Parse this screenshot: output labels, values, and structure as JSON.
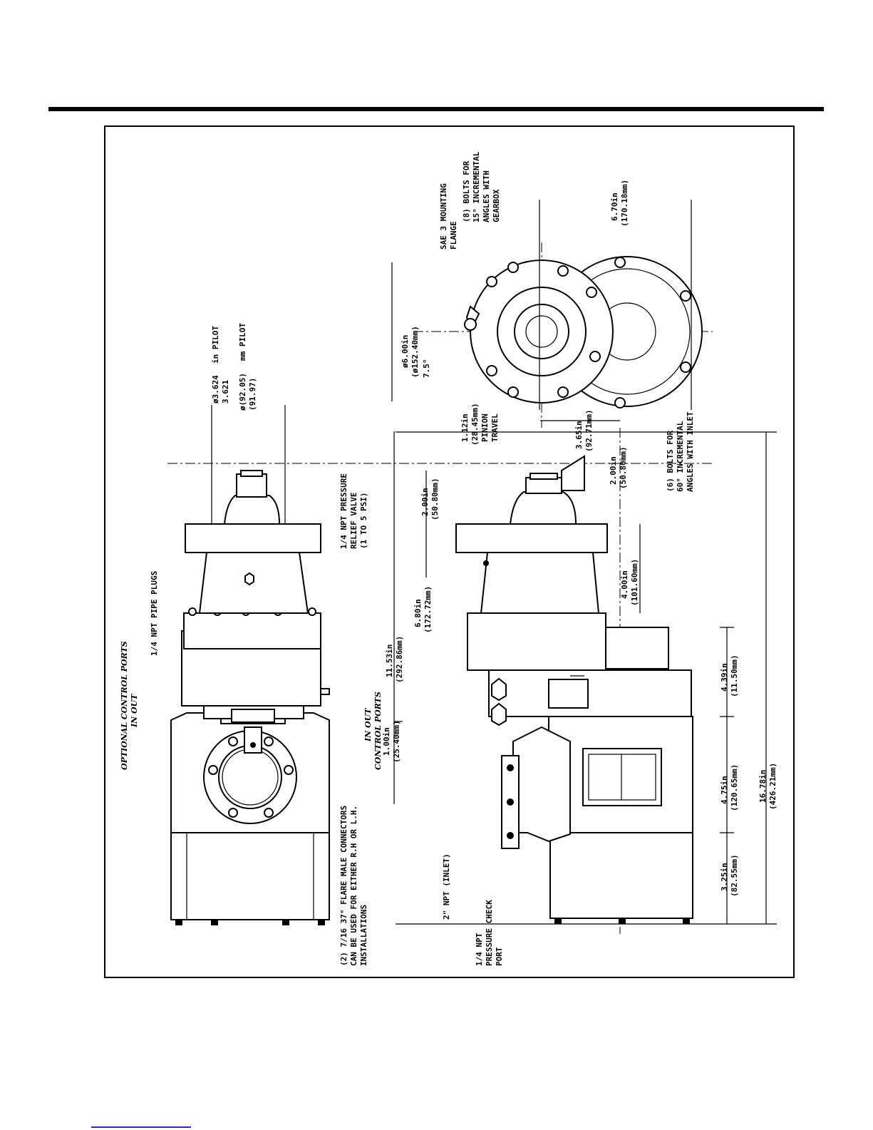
{
  "labels": {
    "optional_control_ports": "OPTIONAL CONTROL PORTS",
    "optional_in_out": "IN OUT",
    "control_ports": "CONTROL PORTS",
    "control_in_out": "IN OUT",
    "npt_pipe_plugs": "1/4 NPT PIPE PLUGS",
    "relief_valve_1": "1/4 NPT PRESSURE",
    "relief_valve_2": "RELIEF VALVE",
    "relief_valve_3": "(1 TO 5 PSI)",
    "flare_1": "(2) 7/16 37° FLARE MALE CONNECTORS",
    "flare_2": "CAN BE USED FOR EITHER R.H OR L.H.",
    "flare_3": "INSTALLATIONS",
    "inlet": "2\" NPT (INLET)",
    "check_1": "1/4 NPT",
    "check_2": "PRESSURE CHECK",
    "check_3": "PORT",
    "pilot_in_a": "ø3.624",
    "pilot_in_b": "3.621",
    "pilot_in_unit": "in PILOT",
    "pilot_mm_a": "ø(92.05)",
    "pilot_mm_b": "(91.97)",
    "pilot_mm_unit": "mm PILOT",
    "sae_1": "SAE 3 MOUNTING",
    "sae_2": "FLANGE",
    "bolts8_1": "(8) BOLTS FOR",
    "bolts8_2": "15° INCREMENTAL",
    "bolts8_3": "ANGLES WITH",
    "bolts8_4": "GEARBOX",
    "bolts6_1": "(6) BOLTS FOR",
    "bolts6_2": "60° INCREMENTAL",
    "bolts6_3": "ANGLES WITH INLET",
    "pinion_1": "1.12in",
    "pinion_2": "(28.45mm)",
    "pinion_3": "PINION",
    "pinion_4": "TRAVEL",
    "angle": "7.5°"
  },
  "dimensions": {
    "d_1_00_in": "1.00in",
    "d_1_00_mm": "(25.40mm)",
    "d_11_53_in": "11.53in",
    "d_11_53_mm": "(292.86mm)",
    "d_6_80_in": "6.80in",
    "d_6_80_mm": "(172.72mm)",
    "d_2_00a_in": "2.00in",
    "d_2_00a_mm": "(50.80mm)",
    "d_2_00b_in": "2.00in",
    "d_2_00b_mm": "(50.80mm)",
    "d_4_00_in": "4.00in",
    "d_4_00_mm": "(101.60mm)",
    "d_4_39_in": "4.39in",
    "d_4_39_mm": "(11.50mm)",
    "d_4_75_in": "4.75in",
    "d_4_75_mm": "(120.65mm)",
    "d_3_25_in": "3.25in",
    "d_3_25_mm": "(82.55mm)",
    "d_16_78_in": "16.78in",
    "d_16_78_mm": "(426.21mm)",
    "d_6_00_in": "ø6.00in",
    "d_6_00_mm": "(ø152.40mm)",
    "d_3_65_in": "3.65in",
    "d_3_65_mm": "(92.71mm)",
    "d_6_70_in": "6.70in",
    "d_6_70_mm": "(170.18mm)"
  }
}
